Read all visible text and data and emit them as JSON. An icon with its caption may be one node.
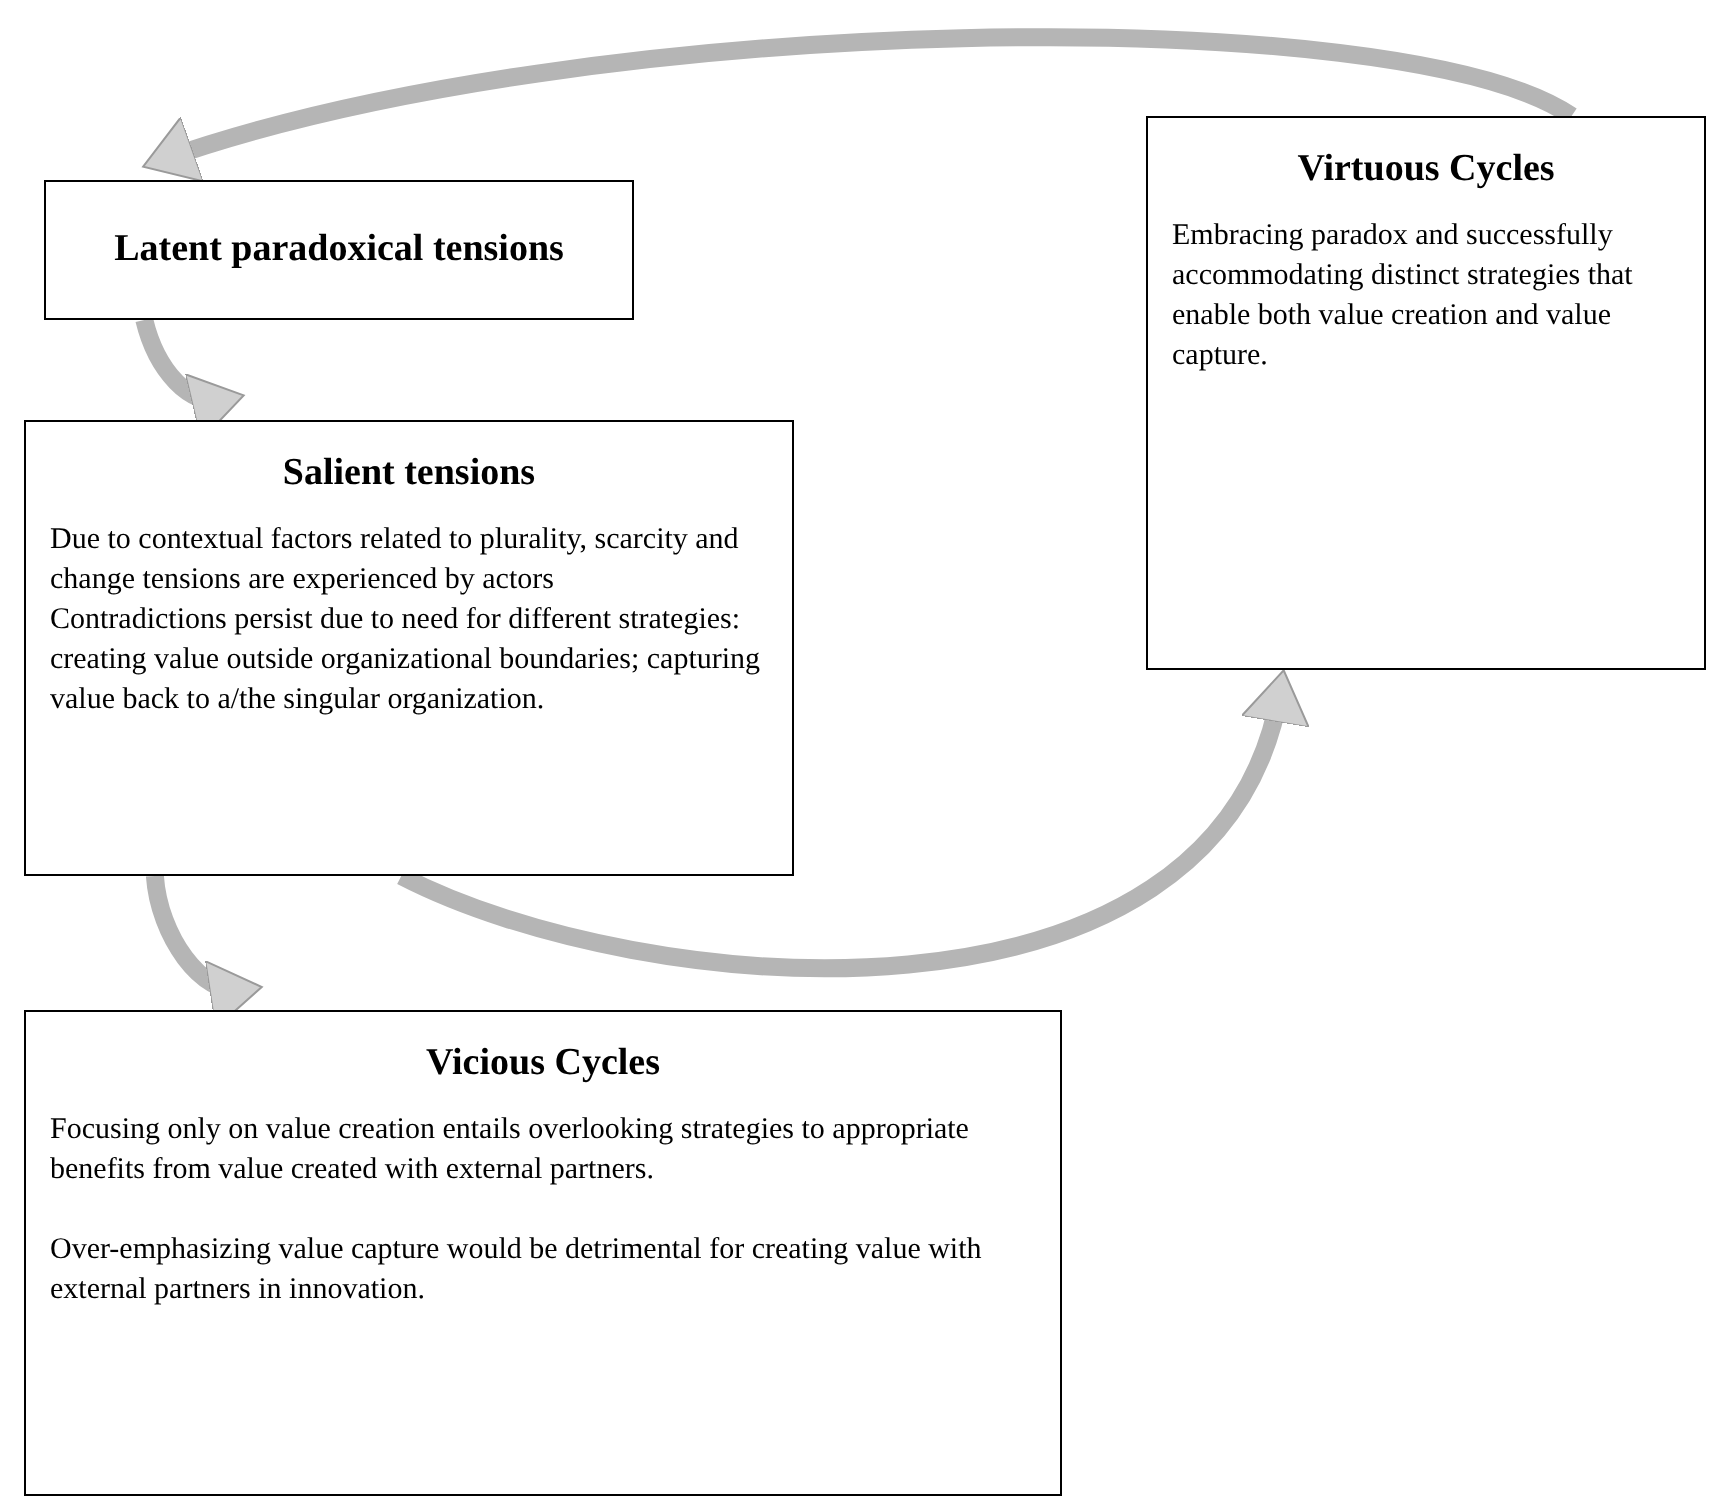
{
  "diagram": {
    "nodes": [
      {
        "text": [
          "Latent paradoxical tensions"
        ]
      },
      {
        "text": [
          "Salient tensions",
          "Due to contextual factors related to plurality, scarcity and change tensions are experienced by actors",
          "Contradictions persist due to need for different strategies: creating value outside organizational boundaries; capturing value back to a/the singular organization."
        ]
      },
      {
        "text": [
          "Vicious Cycles",
          "Focusing only on value creation entails overlooking strategies to appropriate benefits from value created with external partners.",
          "Over-emphasizing value capture would be detrimental for creating value with external partners in innovation."
        ]
      },
      {
        "text": [
          "Virtuous Cycles",
          "Embracing paradox and successfully accommodating distinct strategies that enable both value creation and value capture."
        ]
      }
    ],
    "edges": [
      {
        "from": 3,
        "to": 0,
        "arrow": "to"
      },
      {
        "from": 0,
        "to": 1,
        "arrow": "to"
      },
      {
        "from": 1,
        "to": 2,
        "arrow": "to"
      },
      {
        "from": 1,
        "to": 3,
        "arrow": "to"
      }
    ]
  }
}
